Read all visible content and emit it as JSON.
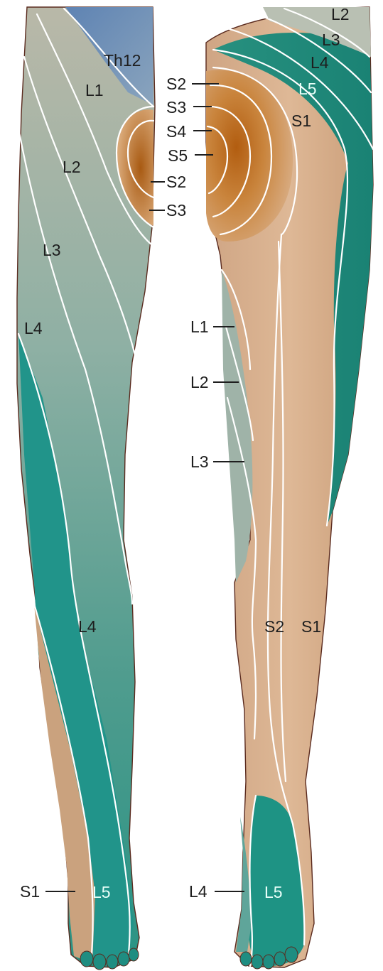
{
  "colors": {
    "teal": "#1e9384",
    "teal_light": "#5fa59a",
    "gray_green": "#9fb3a8",
    "gray_beige": "#b8b5a6",
    "tan": "#d9b08e",
    "tan_dark": "#b87b3a",
    "orange_deep": "#b8620f",
    "blue": "#6f8fb3",
    "boundary": "#ffffff",
    "text": "#1e1e1e"
  },
  "labels": {
    "front": {
      "th12": "Th12",
      "l1": "L1",
      "l2": "L2",
      "l3": "L3",
      "l4_upper": "L4",
      "l4_lower": "L4",
      "s1_foot": "S1",
      "l5_foot": "L5",
      "s2": "S2",
      "s3": "S3"
    },
    "back": {
      "l2_top": "L2",
      "l3_top": "L3",
      "l4_top": "L4",
      "l5_top": "L5",
      "s1_top": "S1",
      "s2": "S2",
      "s3": "S3",
      "s4": "S4",
      "s5": "S5",
      "l1_side": "L1",
      "l2_side": "L2",
      "l3_side": "L3",
      "s2_calf": "S2",
      "s1_calf": "S1",
      "l4_foot": "L4",
      "l5_foot": "L5"
    }
  }
}
